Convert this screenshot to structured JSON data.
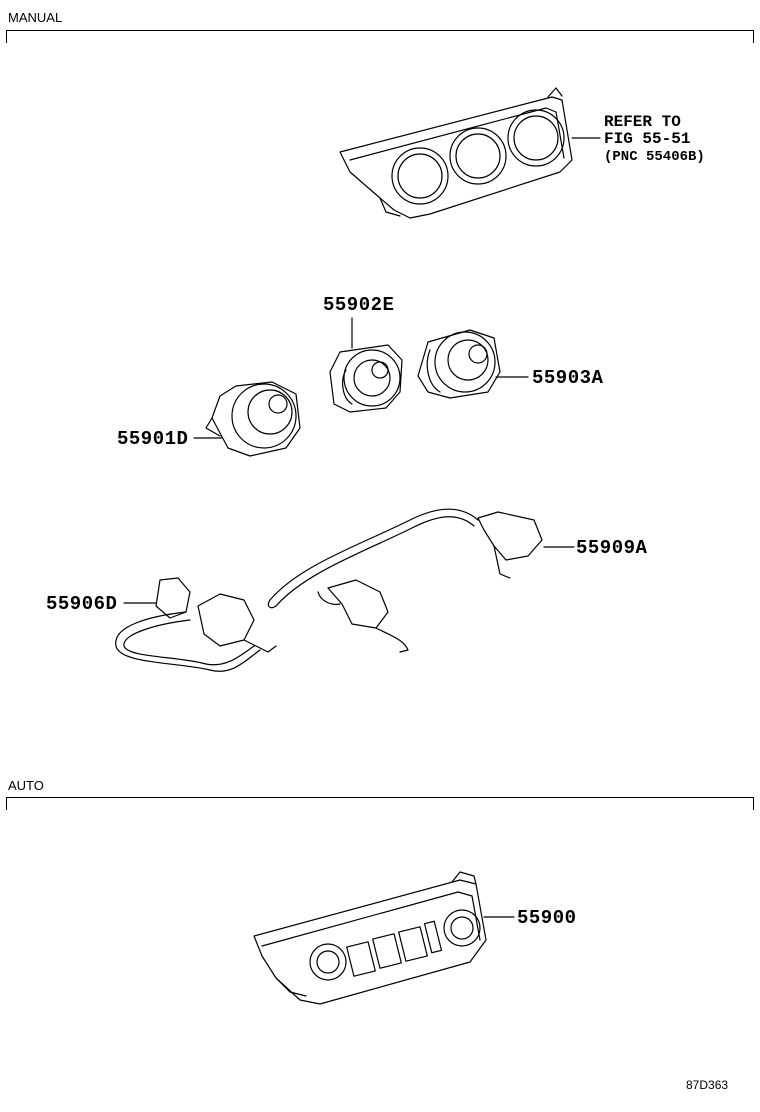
{
  "sections": {
    "manual": {
      "label": "MANUAL"
    },
    "auto": {
      "label": "AUTO"
    }
  },
  "refer": {
    "line1": "REFER TO",
    "line2": "FIG 55-51",
    "line3": "(PNC 55406B)"
  },
  "parts": {
    "p55902E": "55902E",
    "p55903A": "55903A",
    "p55901D": "55901D",
    "p55909A": "55909A",
    "p55906D": "55906D",
    "p55900": "55900"
  },
  "diagram_code": "87D363"
}
